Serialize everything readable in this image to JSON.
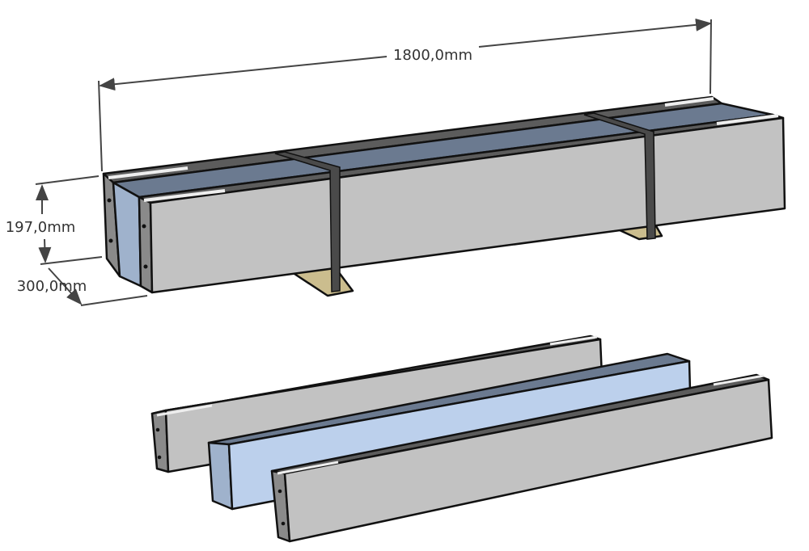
{
  "dimensions": {
    "length": "1800,0mm",
    "height": "197,0mm",
    "width": "300,0mm"
  },
  "colors": {
    "beam_face": "#c2c2c2",
    "beam_end": "#8a8a8a",
    "beam_top": "#5c5c5c",
    "core_face": "#bcd0ec",
    "core_top": "#6b7a90",
    "strap": "#4a4a4a",
    "wood": "#cbbd8e"
  }
}
